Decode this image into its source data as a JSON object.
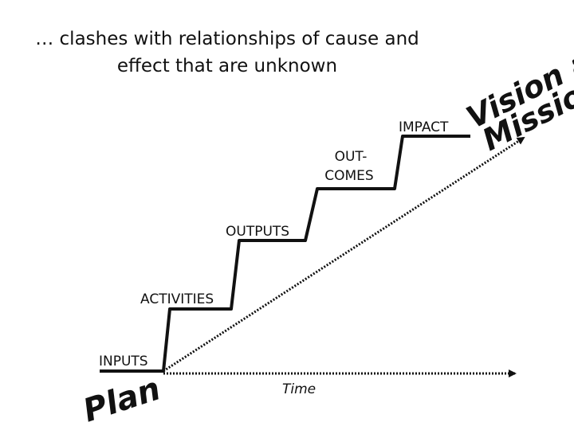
{
  "title": {
    "line1": "… clashes with relationships of cause and",
    "line2": "effect that are unknown"
  },
  "stages": {
    "inputs": "INPUTS",
    "activities": "ACTIVITIES",
    "outputs": "OUTPUTS",
    "outcomes_line1": "OUT-",
    "outcomes_line2": "COMES",
    "impact": "IMPACT"
  },
  "axis": {
    "time_label": "Time"
  },
  "words": {
    "plan": "Plan",
    "vision_and": "Vision and",
    "mission": "Mission"
  },
  "colors": {
    "ink": "#111111",
    "background": "#ffffff"
  }
}
